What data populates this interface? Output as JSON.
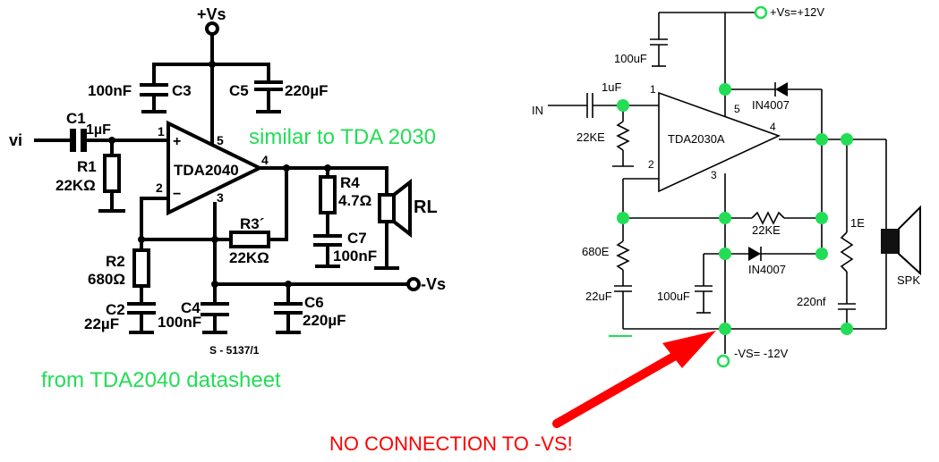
{
  "left_schematic": {
    "supply_pos": "+Vs",
    "supply_neg": "-Vs",
    "input": "vi",
    "ic": "TDA2040",
    "c1": "C1",
    "c1_val": "1µF",
    "r1": "R1",
    "r1_val": "22KΩ",
    "c3_val": "100nF",
    "c3": "C3",
    "c5": "C5",
    "c5_val": "220µF",
    "r4": "R4",
    "r4_val": "4.7Ω",
    "c7": "C7",
    "c7_val": "100nF",
    "rl": "RL",
    "r3": "R3´",
    "r3_val": "22KΩ",
    "r2": "R2",
    "r2_val": "680Ω",
    "c2": "C2",
    "c2_val": "22µF",
    "c4": "C4",
    "c4_val": "100nF",
    "c6": "C6",
    "c6_val": "220µF",
    "drawing_no": "S - 5137/1",
    "pins": [
      "1",
      "2",
      "3",
      "4",
      "5"
    ],
    "plus_sign": "+",
    "minus_sign": "−"
  },
  "right_schematic": {
    "supply_pos": "+Vs=+12V",
    "supply_neg": "-VS= -12V",
    "ic": "TDA2030A",
    "input": "IN",
    "c_top": "100uF",
    "c_in": "1uF",
    "r_in": "22KE",
    "r_fb": "22KE",
    "r_gnd": "680E",
    "c_gnd": "22uF",
    "c_neg": "100uF",
    "d1": "IN4007",
    "d2": "IN4007",
    "r_zobel": "1E",
    "c_zobel": "220nf",
    "spk": "SPK",
    "pins": [
      "1",
      "2",
      "3",
      "4",
      "5"
    ]
  },
  "annotations": {
    "similar": "similar to TDA 2030",
    "from": "from TDA2040 datasheet",
    "warning": "NO CONNECTION TO -VS!"
  },
  "colors": {
    "annotation_green": "#22dd55",
    "junction_dot_green": "#22dd55",
    "warning_red": "#ff0000",
    "wire": "#000000"
  }
}
